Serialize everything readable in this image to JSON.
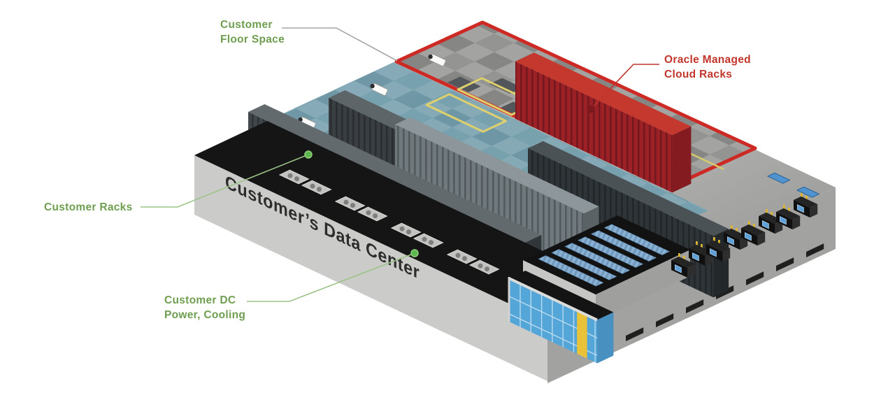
{
  "diagram": {
    "building_label": "Customer’s Data Center",
    "callouts": {
      "floor_space": {
        "line1": "Customer",
        "line2": "Floor Space"
      },
      "oracle_racks": {
        "line1": "Oracle Managed",
        "line2": "Cloud Racks"
      },
      "customer_racks": {
        "text": "Customer Racks"
      },
      "dc_power": {
        "line1": "Customer DC",
        "line2": "Power, Cooling"
      }
    },
    "colors": {
      "label_green": "#6f9e50",
      "label_red": "#c1352b",
      "oracle_outline_red": "#ce2a25",
      "oracle_rack_red": "#9c2127",
      "teal_floor": "#7ba2b2",
      "customer_rack_dark": "#40464a",
      "power_band_black": "#151515",
      "cooling_unit_blue": "#55a6d8",
      "accent_yellow": "#e9c23a",
      "callout_line_green": "#9cc486",
      "callout_line_gray": "#a6a6a4",
      "dot_green": "#5cb84e",
      "dot_dark_red": "#7d181d",
      "base_gray": "#cbcbc9"
    },
    "icons": {
      "security_camera": "security-camera-icon",
      "callout_dot": "callout-dot-icon"
    }
  }
}
